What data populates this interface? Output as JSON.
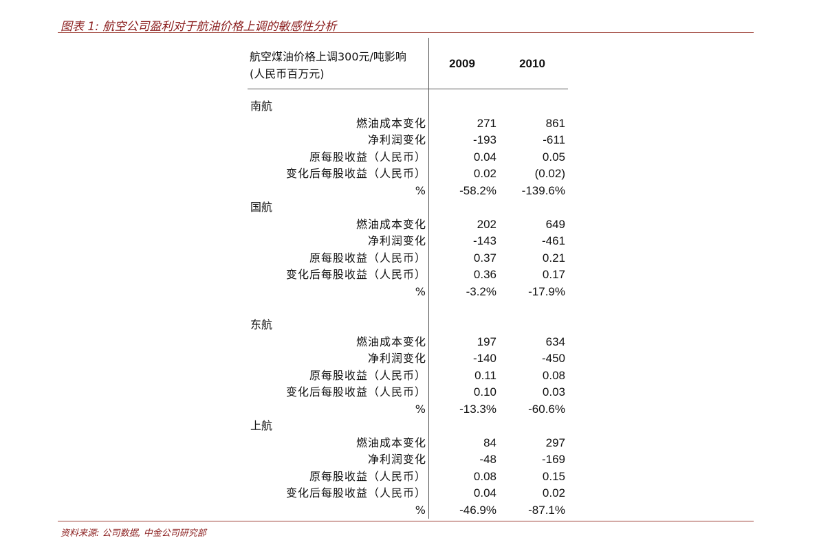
{
  "figure": {
    "title": "图表 1: 航空公司盈利对于航油价格上调的敏感性分析",
    "source": "资料来源:   公司数据, 中金公司研究部"
  },
  "table": {
    "header_label_line1": "航空煤油价格上调300元/吨影响",
    "header_label_line2": "(人民币百万元)",
    "years": [
      "2009",
      "2010"
    ],
    "groups": [
      {
        "airline": "南航",
        "rows": [
          {
            "metric": "燃油成本变化",
            "v2009": "271",
            "v2010": "861"
          },
          {
            "metric": "净利润变化",
            "v2009": "-193",
            "v2010": "-611"
          },
          {
            "metric": "原每股收益（人民币）",
            "v2009": "0.04",
            "v2010": "0.05"
          },
          {
            "metric": "变化后每股收益（人民币）",
            "v2009": "0.02",
            "v2010": "(0.02)"
          },
          {
            "metric": "%",
            "v2009": "-58.2%",
            "v2010": "-139.6%"
          }
        ]
      },
      {
        "airline": "国航",
        "rows": [
          {
            "metric": "燃油成本变化",
            "v2009": "202",
            "v2010": "649"
          },
          {
            "metric": "净利润变化",
            "v2009": "-143",
            "v2010": "-461"
          },
          {
            "metric": "原每股收益（人民币）",
            "v2009": "0.37",
            "v2010": "0.21"
          },
          {
            "metric": "变化后每股收益（人民币）",
            "v2009": "0.36",
            "v2010": "0.17"
          },
          {
            "metric": "%",
            "v2009": "-3.2%",
            "v2010": "-17.9%"
          }
        ]
      },
      {
        "airline": "东航",
        "rows": [
          {
            "metric": "燃油成本变化",
            "v2009": "197",
            "v2010": "634"
          },
          {
            "metric": "净利润变化",
            "v2009": "-140",
            "v2010": "-450"
          },
          {
            "metric": "原每股收益（人民币）",
            "v2009": "0.11",
            "v2010": "0.08"
          },
          {
            "metric": "变化后每股收益（人民币）",
            "v2009": "0.10",
            "v2010": "0.03"
          },
          {
            "metric": "%",
            "v2009": "-13.3%",
            "v2010": "-60.6%"
          }
        ]
      },
      {
        "airline": "上航",
        "rows": [
          {
            "metric": "燃油成本变化",
            "v2009": "84",
            "v2010": "297"
          },
          {
            "metric": "净利润变化",
            "v2009": "-48",
            "v2010": "-169"
          },
          {
            "metric": "原每股收益（人民币）",
            "v2009": "0.08",
            "v2010": "0.15"
          },
          {
            "metric": "变化后每股收益（人民币）",
            "v2009": "0.04",
            "v2010": "0.02"
          },
          {
            "metric": "%",
            "v2009": "-46.9%",
            "v2010": "-87.1%"
          }
        ]
      }
    ]
  }
}
